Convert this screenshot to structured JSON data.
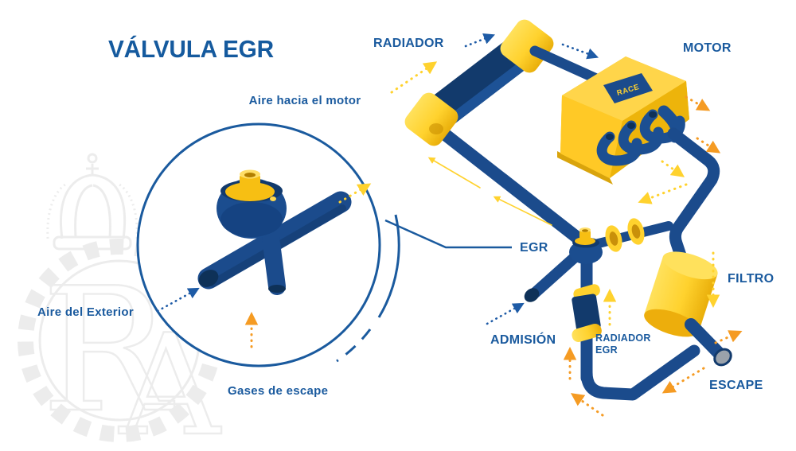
{
  "title": "VÁLVULA EGR",
  "inset": {
    "label_air_to_engine": "Aire hacia el motor",
    "label_outside_air": "Aire del Exterior",
    "label_exhaust_gases": "Gases de escape"
  },
  "diagram": {
    "label_radiator": "RADIADOR",
    "label_engine": "MOTOR",
    "label_egr": "EGR",
    "label_intake": "ADMISIÓN",
    "label_egr_radiator_line1": "RADIADOR",
    "label_egr_radiator_line2": "EGR",
    "label_filter": "FILTRO",
    "label_exhaust": "ESCAPE"
  },
  "engine_badge": {
    "text": "RACE"
  },
  "colors": {
    "label_blue": "#1a5a9e",
    "pipe_navy": "#1b4b8c",
    "pipe_dark": "#123a6c",
    "accent_yellow": "#FFD22E",
    "accent_orange": "#F59B23",
    "background": "#ffffff"
  }
}
